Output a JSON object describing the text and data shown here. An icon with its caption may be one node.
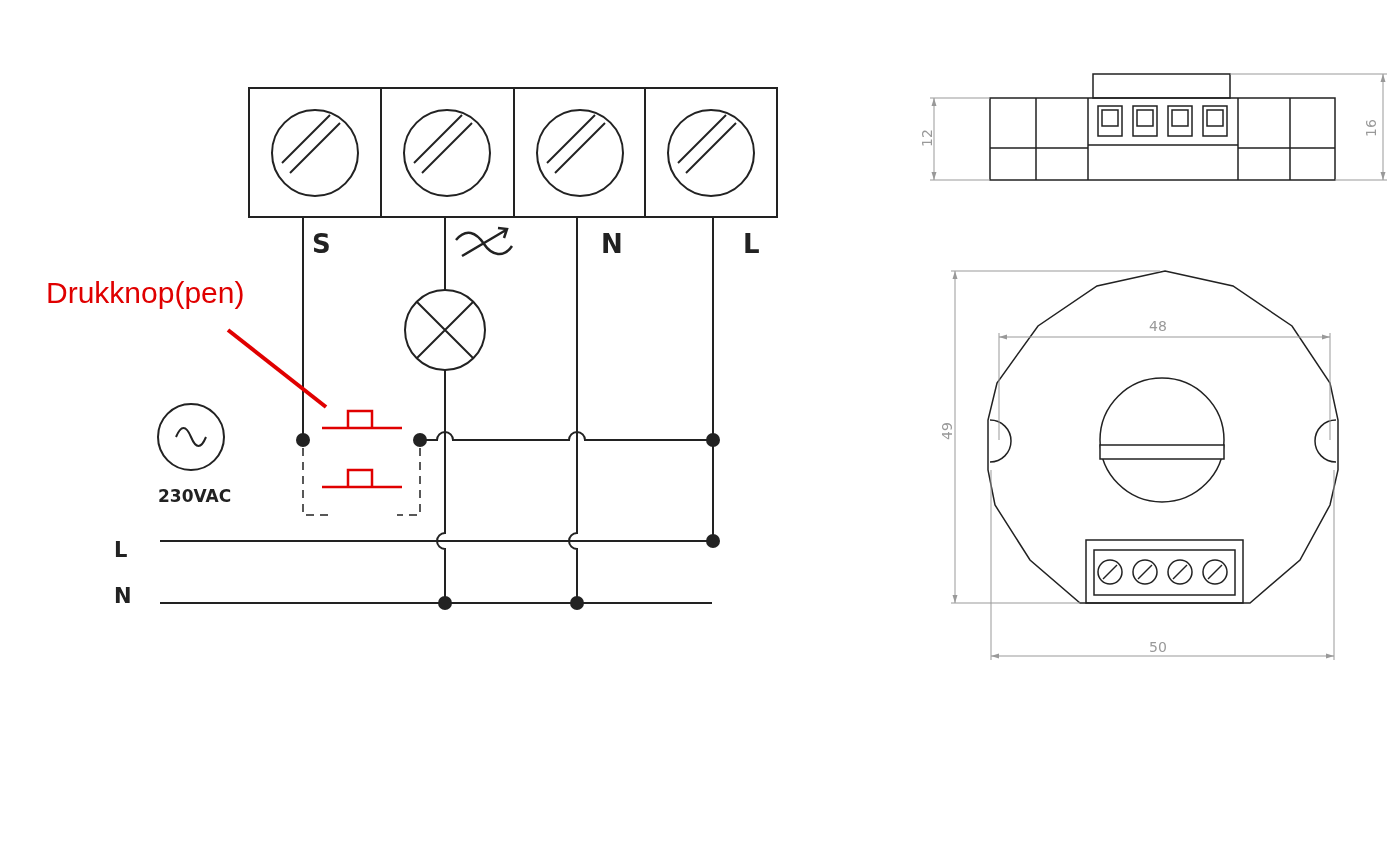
{
  "diagram": {
    "nodes": [
      {
        "text": [
          "Drukknop(pen)"
        ]
      },
      {
        "text": [],
        "shape": "picture"
      }
    ],
    "edges": [
      {
        "from": 0,
        "to": 1,
        "arrow": "none"
      }
    ],
    "labels": [
      "S",
      "N",
      "L",
      "230VAC",
      "L",
      "N",
      "12",
      "16",
      "48",
      "49",
      "50"
    ]
  }
}
